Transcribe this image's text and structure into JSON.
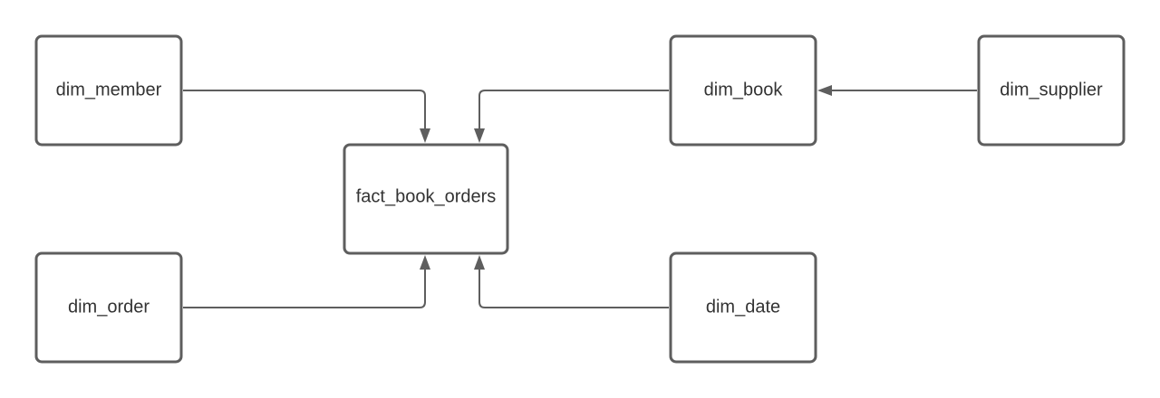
{
  "colors": {
    "stroke": "#5e5e5e",
    "text": "#333333",
    "background": "#ffffff"
  },
  "nodes": {
    "dim_member": "dim_member",
    "fact_book_orders": "fact_book_orders",
    "dim_order": "dim_order",
    "dim_book": "dim_book",
    "dim_supplier": "dim_supplier",
    "dim_date": "dim_date"
  }
}
